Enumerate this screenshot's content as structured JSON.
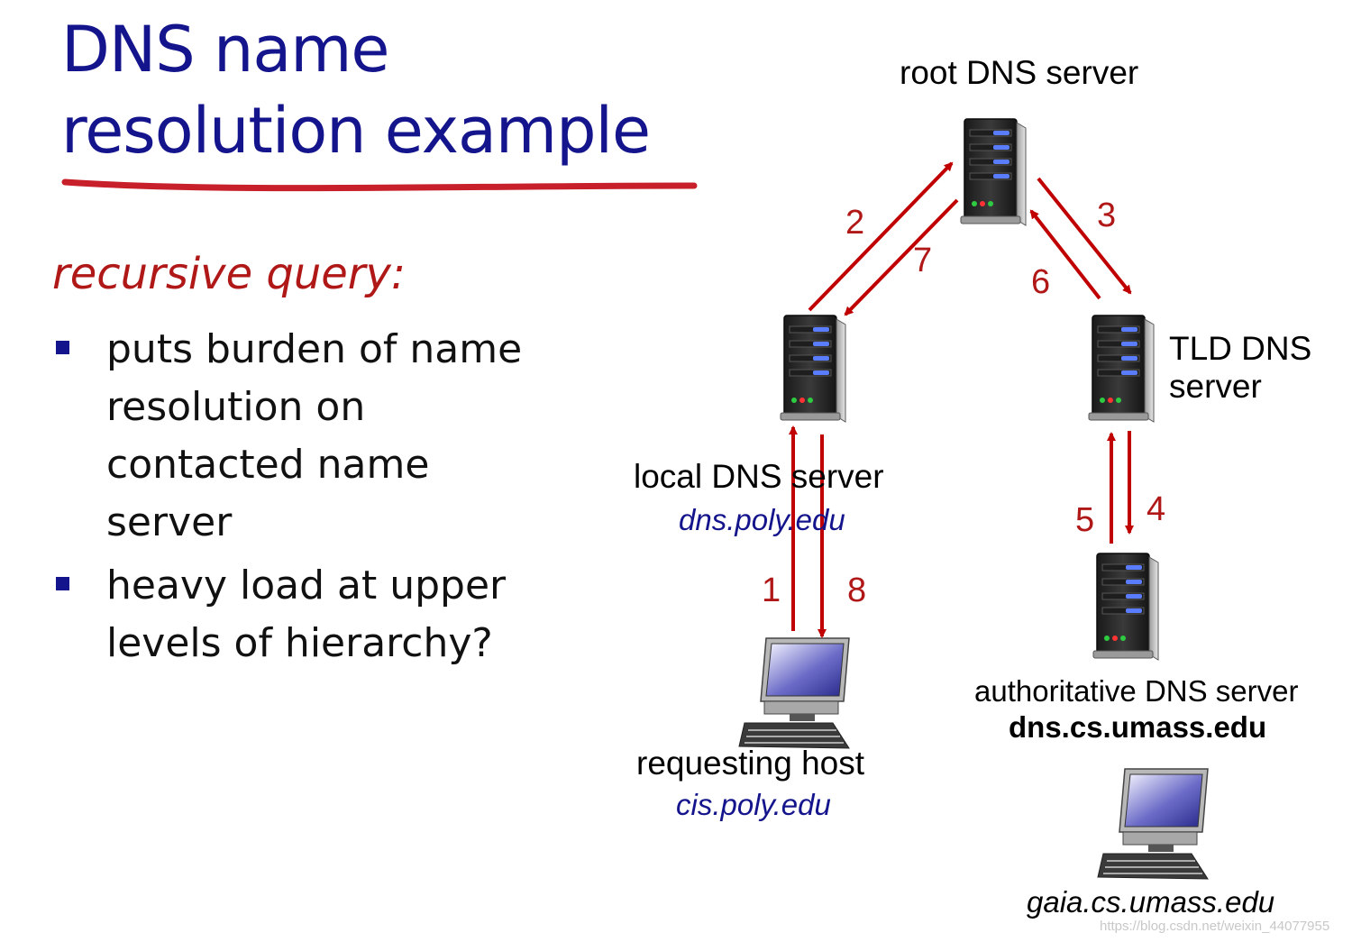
{
  "title": {
    "line1": "DNS name",
    "line2": "resolution example"
  },
  "subtitle": "recursive query:",
  "bullets": [
    {
      "text": "puts burden of name resolution on contacted name server"
    },
    {
      "text": "heavy load at upper levels of hierarchy?"
    }
  ],
  "nodes": {
    "root": {
      "label": "root DNS server"
    },
    "tld": {
      "label_line1": "TLD DNS",
      "label_line2": "server"
    },
    "local": {
      "label": "local DNS server",
      "host": "dns.poly.edu"
    },
    "authoritative": {
      "label": "authoritative DNS server",
      "host": "dns.cs.umass.edu"
    },
    "requesting": {
      "label": "requesting host",
      "host": "cis.poly.edu"
    },
    "target": {
      "host": "gaia.cs.umass.edu"
    }
  },
  "steps": [
    "1",
    "2",
    "3",
    "4",
    "5",
    "6",
    "7",
    "8"
  ],
  "colors": {
    "title": "#14148c",
    "accent": "#b01818",
    "arrow": "#c00000",
    "underline": "#c8202a"
  },
  "watermark": "https://blog.csdn.net/weixin_44077955"
}
